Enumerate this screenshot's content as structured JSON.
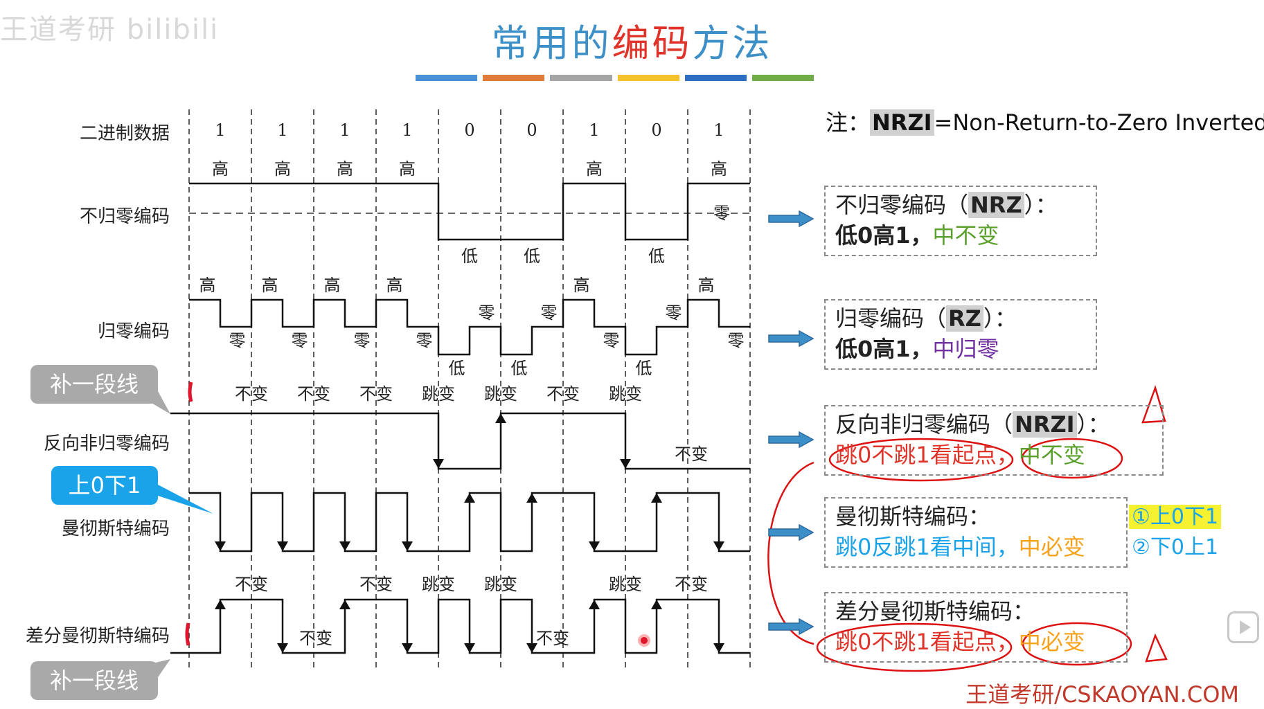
{
  "watermark": "王道考研 bilibili",
  "title": {
    "part1": "常用的",
    "part2": "编码",
    "part3": "方法"
  },
  "deco_colors": [
    "#4a90d9",
    "#e07b39",
    "#a5a5a5",
    "#f6c22b",
    "#2e6fc4",
    "#71ad47"
  ],
  "row_labels": {
    "binary": "二进制数据",
    "nrz": "不归零编码",
    "rz": "归零编码",
    "nrzi": "反向非归零编码",
    "manchester": "曼彻斯特编码",
    "diff_manchester": "差分曼彻斯特编码"
  },
  "bits": [
    "1",
    "1",
    "1",
    "1",
    "0",
    "0",
    "1",
    "0",
    "1"
  ],
  "nrz_labels": {
    "high": "高",
    "low": "低",
    "zero": "零",
    "levels": [
      "高",
      "高",
      "高",
      "高",
      "低",
      "低",
      "高",
      "低",
      "高"
    ]
  },
  "rz_labels": {
    "first_half": [
      "高",
      "高",
      "高",
      "高",
      "低",
      "低",
      "高",
      "低",
      "高"
    ],
    "second_half": [
      "零",
      "零",
      "零",
      "零",
      "零",
      "零",
      "零",
      "零",
      "零"
    ]
  },
  "nrzi_labels": [
    "不变",
    "不变",
    "不变",
    "跳变",
    "跳变",
    "不变",
    "跳变",
    "不变"
  ],
  "diff_man_top_labels": [
    "不变",
    "不变",
    "跳变",
    "跳变",
    "跳变",
    "不变"
  ],
  "diff_man_bottom_labels": [
    "不变",
    "不变"
  ],
  "callouts": {
    "add_segment_top": "补一段线",
    "up0down1": "上0下1",
    "add_segment_bottom": "补一段线"
  },
  "note": {
    "prefix": "注：",
    "abbr": "NRZI",
    "text": "=Non-Return-to-Zero Inverted"
  },
  "boxes": {
    "nrz": {
      "title": "不归零编码（",
      "abbr": "NRZ",
      "title_end": "）：",
      "line2a": "低0高1，",
      "line2b": "中不变",
      "color": "#5aa02c"
    },
    "rz": {
      "title": "归零编码（",
      "abbr": "RZ",
      "title_end": "）：",
      "line2a": "低0高1，",
      "line2b": "中归零",
      "color": "#7030a0"
    },
    "nrzi": {
      "title": "反向非归零编码（",
      "abbr": "NRZI",
      "title_end": "）：",
      "line2a": "跳0不跳1看起点，",
      "line2b": "中不变",
      "color_a": "#e0342a",
      "color_b": "#5aa02c"
    },
    "manchester": {
      "title": "曼彻斯特编码：",
      "line2a": "跳0反跳1看中间，",
      "line2b": "中必变",
      "color_a": "#1aa3e8",
      "color_b": "#f6a11a"
    },
    "diff_manchester": {
      "title": "差分曼彻斯特编码：",
      "line2a": "跳0不跳1看起点，",
      "line2b": "中必变",
      "color_a": "#e0342a",
      "color_b": "#f6a11a"
    }
  },
  "side_options": {
    "opt1": "①上0下1",
    "opt2": "②下0上1"
  },
  "footer": "王道考研/CSKAOYAN.COM"
}
